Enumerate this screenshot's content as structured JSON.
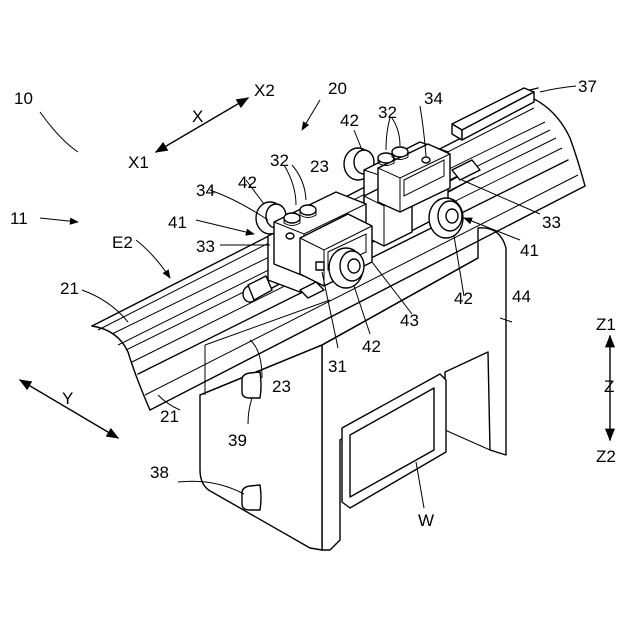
{
  "labels": {
    "n10": "10",
    "n11": "11",
    "n20": "20",
    "n21a": "21",
    "n21b": "21",
    "n23a": "23",
    "n23b": "23",
    "n31": "31",
    "n32a": "32",
    "n32b": "32",
    "n33a": "33",
    "n33b": "33",
    "n34a": "34",
    "n34b": "34",
    "n37": "37",
    "n38": "38",
    "n39": "39",
    "n41a": "41",
    "n41b": "41",
    "n42a": "42",
    "n42b": "42",
    "n42c": "42",
    "n42d": "42",
    "n43": "43",
    "n44": "44",
    "e2": "E2",
    "w": "W"
  },
  "axes": {
    "x": "X",
    "x1": "X1",
    "x2": "X2",
    "y": "Y",
    "z": "Z",
    "z1": "Z1",
    "z2": "Z2"
  }
}
